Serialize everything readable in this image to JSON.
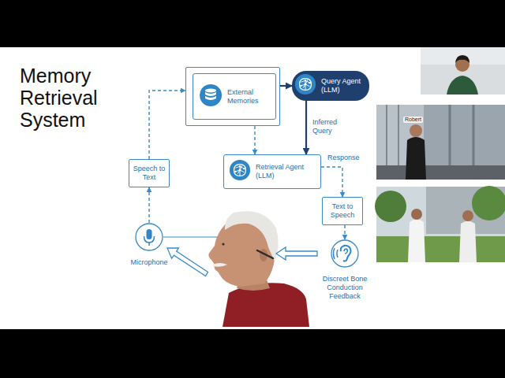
{
  "diagram": {
    "title": "Memory Retrieval System",
    "nodes": [
      {
        "text": [
          "External Memories"
        ]
      },
      {
        "text": [
          "Query Agent (LLM)"
        ]
      },
      {
        "text": [
          "Speech to Text"
        ]
      },
      {
        "text": [
          "Retrieval Agent (LLM)"
        ]
      },
      {
        "text": [
          "Text to Speech"
        ]
      },
      {
        "text": [
          "Microphone"
        ]
      },
      {
        "text": [
          "Discreet Bone Conduction Feedback"
        ]
      }
    ],
    "edges": [
      {
        "from": 5,
        "to": 2,
        "arrow": "to"
      },
      {
        "from": 2,
        "to": 0,
        "arrow": "to"
      },
      {
        "from": 0,
        "to": 1,
        "arrow": "to"
      },
      {
        "from": 0,
        "to": 3,
        "arrow": "to"
      },
      {
        "from": 1,
        "to": 3,
        "label": "Inferred Query",
        "arrow": "to"
      },
      {
        "from": 3,
        "to": 4,
        "label": "Response",
        "arrow": "to"
      },
      {
        "from": 4,
        "to": 6,
        "arrow": "to"
      }
    ],
    "labels": [
      "Robert"
    ]
  }
}
